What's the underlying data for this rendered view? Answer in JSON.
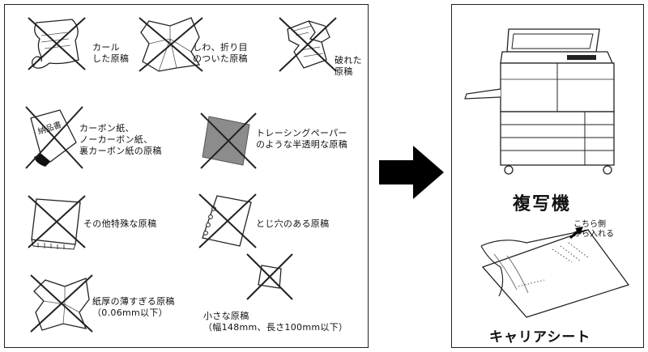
{
  "invalid_originals": [
    {
      "label": "カール\nした原稿"
    },
    {
      "label": "しわ、折り目\nのついた原稿"
    },
    {
      "label": "破れた\n原稿"
    },
    {
      "label": "カーボン紙、\nノーカーボン紙、\n裏カーボン紙の原稿"
    },
    {
      "label": "トレーシングペーパー\nのような半透明な原稿"
    },
    {
      "label": "その他特殊な原稿"
    },
    {
      "label": "とじ穴のある原稿"
    },
    {
      "label": "紙厚の薄すぎる原稿\n（0.06mm以下）"
    },
    {
      "label": "小さな原稿\n（幅148mm、長さ100mm以下）"
    }
  ],
  "carbon_sheet_text": "納品書",
  "copier": {
    "label": "複写機"
  },
  "carrier_sheet": {
    "insert_note": "こちら側\nから入れる",
    "label": "キャリアシート"
  },
  "colors": {
    "stroke": "#222222",
    "translucent_fill": "#8c8c8c",
    "arrow": "#000000"
  }
}
